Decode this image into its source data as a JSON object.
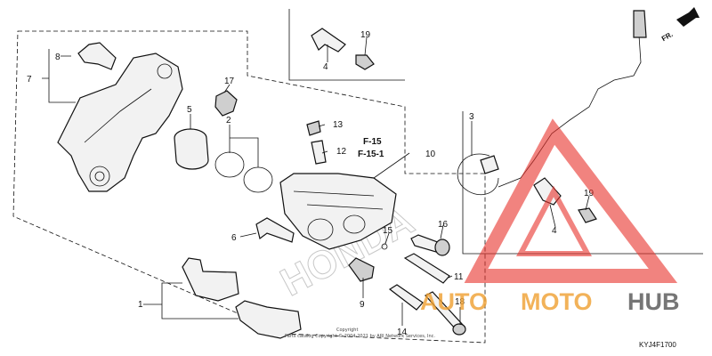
{
  "diagram": {
    "diagram_code": "KYJ4F1700",
    "reference_labels": [
      "F-15",
      "F-15-1"
    ],
    "direction_label": "FR.",
    "copyright_line1": "Copyright",
    "copyright_line2": "Parts catalog Copyright © 2004-2021 by ARI Network Services, Inc.",
    "background_watermark": "HONDA",
    "colors": {
      "line": "#111111",
      "watermark_red": "#e8302a",
      "watermark_orange": "#f0a030",
      "watermark_grey": "#555555"
    }
  },
  "callouts": [
    {
      "id": "c1",
      "label": "1"
    },
    {
      "id": "c2",
      "label": "2"
    },
    {
      "id": "c3",
      "label": "3"
    },
    {
      "id": "c4a",
      "label": "4"
    },
    {
      "id": "c4b",
      "label": "4"
    },
    {
      "id": "c5",
      "label": "5"
    },
    {
      "id": "c6",
      "label": "6"
    },
    {
      "id": "c7",
      "label": "7"
    },
    {
      "id": "c8",
      "label": "8"
    },
    {
      "id": "c9",
      "label": "9"
    },
    {
      "id": "c10",
      "label": "10"
    },
    {
      "id": "c11",
      "label": "11"
    },
    {
      "id": "c12",
      "label": "12"
    },
    {
      "id": "c13",
      "label": "13"
    },
    {
      "id": "c14",
      "label": "14"
    },
    {
      "id": "c15",
      "label": "15"
    },
    {
      "id": "c16",
      "label": "16"
    },
    {
      "id": "c17",
      "label": "17"
    },
    {
      "id": "c18",
      "label": "18"
    },
    {
      "id": "c19a",
      "label": "19"
    },
    {
      "id": "c19b",
      "label": "19"
    }
  ],
  "logo": {
    "text_auto": "AUTO",
    "text_moto": "MOTO",
    "text_hub": "HUB"
  }
}
